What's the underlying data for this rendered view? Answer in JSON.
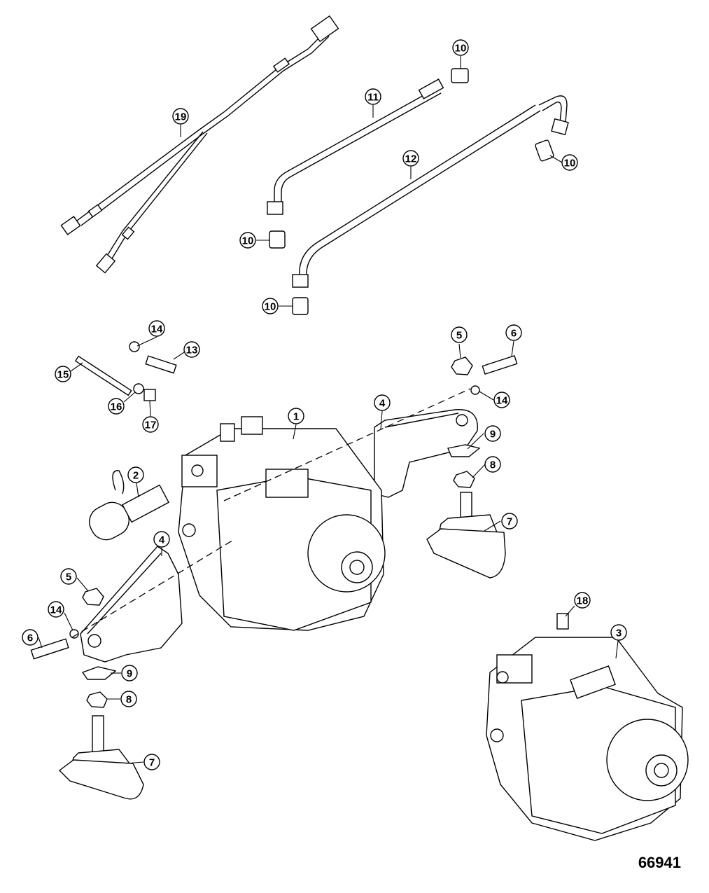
{
  "figure_number": "66941",
  "callouts": [
    {
      "id": "c19",
      "label": "19"
    },
    {
      "id": "c11",
      "label": "11"
    },
    {
      "id": "c10a",
      "label": "10"
    },
    {
      "id": "c12",
      "label": "12"
    },
    {
      "id": "c10b",
      "label": "10"
    },
    {
      "id": "c10c",
      "label": "10"
    },
    {
      "id": "c10d",
      "label": "10"
    },
    {
      "id": "c14a",
      "label": "14"
    },
    {
      "id": "c13",
      "label": "13"
    },
    {
      "id": "c15",
      "label": "15"
    },
    {
      "id": "c16",
      "label": "16"
    },
    {
      "id": "c17",
      "label": "17"
    },
    {
      "id": "c5a",
      "label": "5"
    },
    {
      "id": "c6a",
      "label": "6"
    },
    {
      "id": "c14b",
      "label": "14"
    },
    {
      "id": "c4a",
      "label": "4"
    },
    {
      "id": "c9a",
      "label": "9"
    },
    {
      "id": "c1",
      "label": "1"
    },
    {
      "id": "c8a",
      "label": "8"
    },
    {
      "id": "c7a",
      "label": "7"
    },
    {
      "id": "c2",
      "label": "2"
    },
    {
      "id": "c4b",
      "label": "4"
    },
    {
      "id": "c5b",
      "label": "5"
    },
    {
      "id": "c14c",
      "label": "14"
    },
    {
      "id": "c6b",
      "label": "6"
    },
    {
      "id": "c9b",
      "label": "9"
    },
    {
      "id": "c8b",
      "label": "8"
    },
    {
      "id": "c7b",
      "label": "7"
    },
    {
      "id": "c18",
      "label": "18"
    },
    {
      "id": "c3",
      "label": "3"
    }
  ]
}
